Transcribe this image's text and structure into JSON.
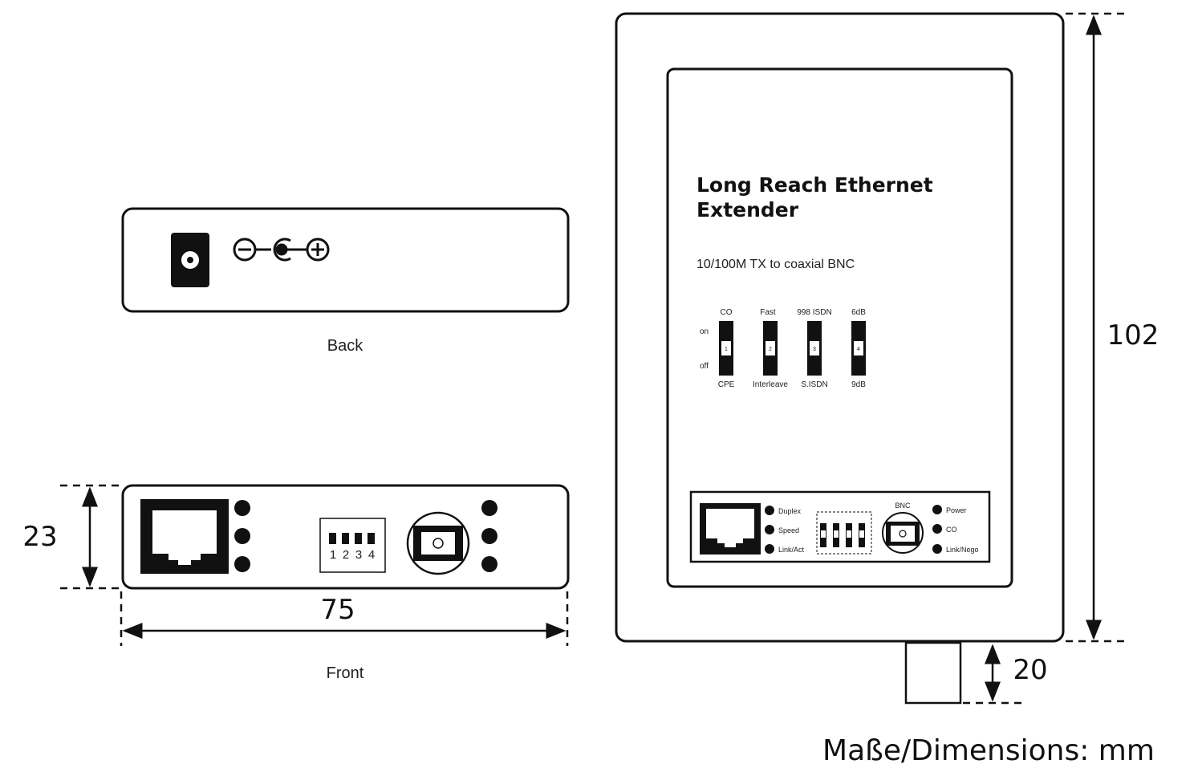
{
  "back_view": {
    "label": "Back"
  },
  "front_view": {
    "label": "Front",
    "dip_numbers": [
      "1",
      "2",
      "3",
      "4"
    ]
  },
  "top_view": {
    "title_line1": "Long Reach Ethernet",
    "title_line2": "Extender",
    "subtitle": "10/100M TX to coaxial BNC",
    "on_label": "on",
    "off_label": "off",
    "switches": [
      {
        "top": "CO",
        "num": "1",
        "bottom": "CPE"
      },
      {
        "top": "Fast",
        "num": "2",
        "bottom": "Interleave"
      },
      {
        "top": "998 ISDN",
        "num": "3",
        "bottom": "S.ISDN"
      },
      {
        "top": "6dB",
        "num": "4",
        "bottom": "9dB"
      }
    ],
    "panel_leds_left": [
      "Duplex",
      "Speed",
      "Link/Act"
    ],
    "panel_bnc": "BNC",
    "panel_leds_right": [
      "Power",
      "CO",
      "Link/Nego"
    ]
  },
  "dimensions": {
    "height": "23",
    "width": "75",
    "length": "102",
    "connector": "20",
    "units_caption": "Maße/Dimensions: mm"
  }
}
